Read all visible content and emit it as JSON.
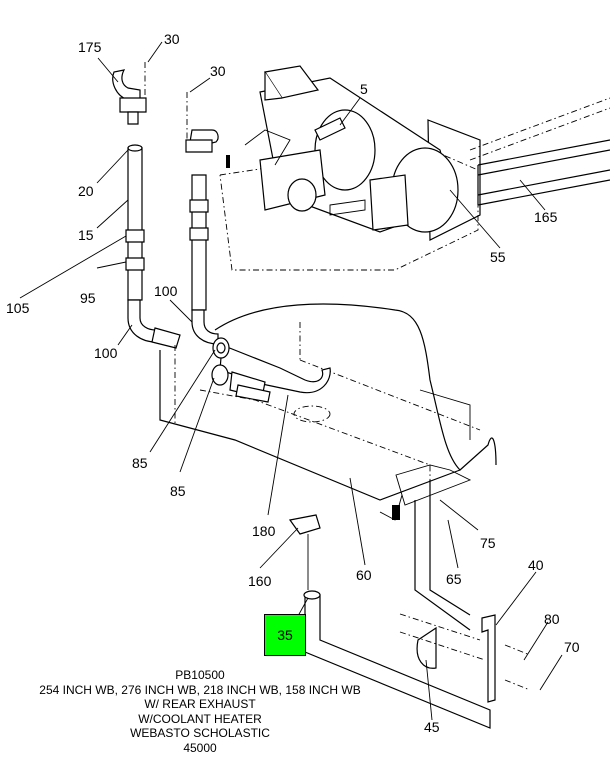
{
  "callouts": {
    "c5": "5",
    "c15": "15",
    "c20": "20",
    "c30a": "30",
    "c30b": "30",
    "c35": "35",
    "c40": "40",
    "c45": "45",
    "c55": "55",
    "c60": "60",
    "c65": "65",
    "c70": "70",
    "c75": "75",
    "c80": "80",
    "c85a": "85",
    "c85b": "85",
    "c95": "95",
    "c100a": "100",
    "c100b": "100",
    "c105": "105",
    "c160": "160",
    "c165": "165",
    "c175": "175",
    "c180": "180"
  },
  "caption": {
    "line1": "PB10500",
    "line2": "254 INCH WB, 276 INCH WB, 218 INCH WB, 158 INCH WB",
    "line3": "W/ REAR EXHAUST",
    "line4": "W/COOLANT HEATER",
    "line5": "WEBASTO SCHOLASTIC",
    "line6": "45000"
  },
  "highlight_color": "#00ff00"
}
